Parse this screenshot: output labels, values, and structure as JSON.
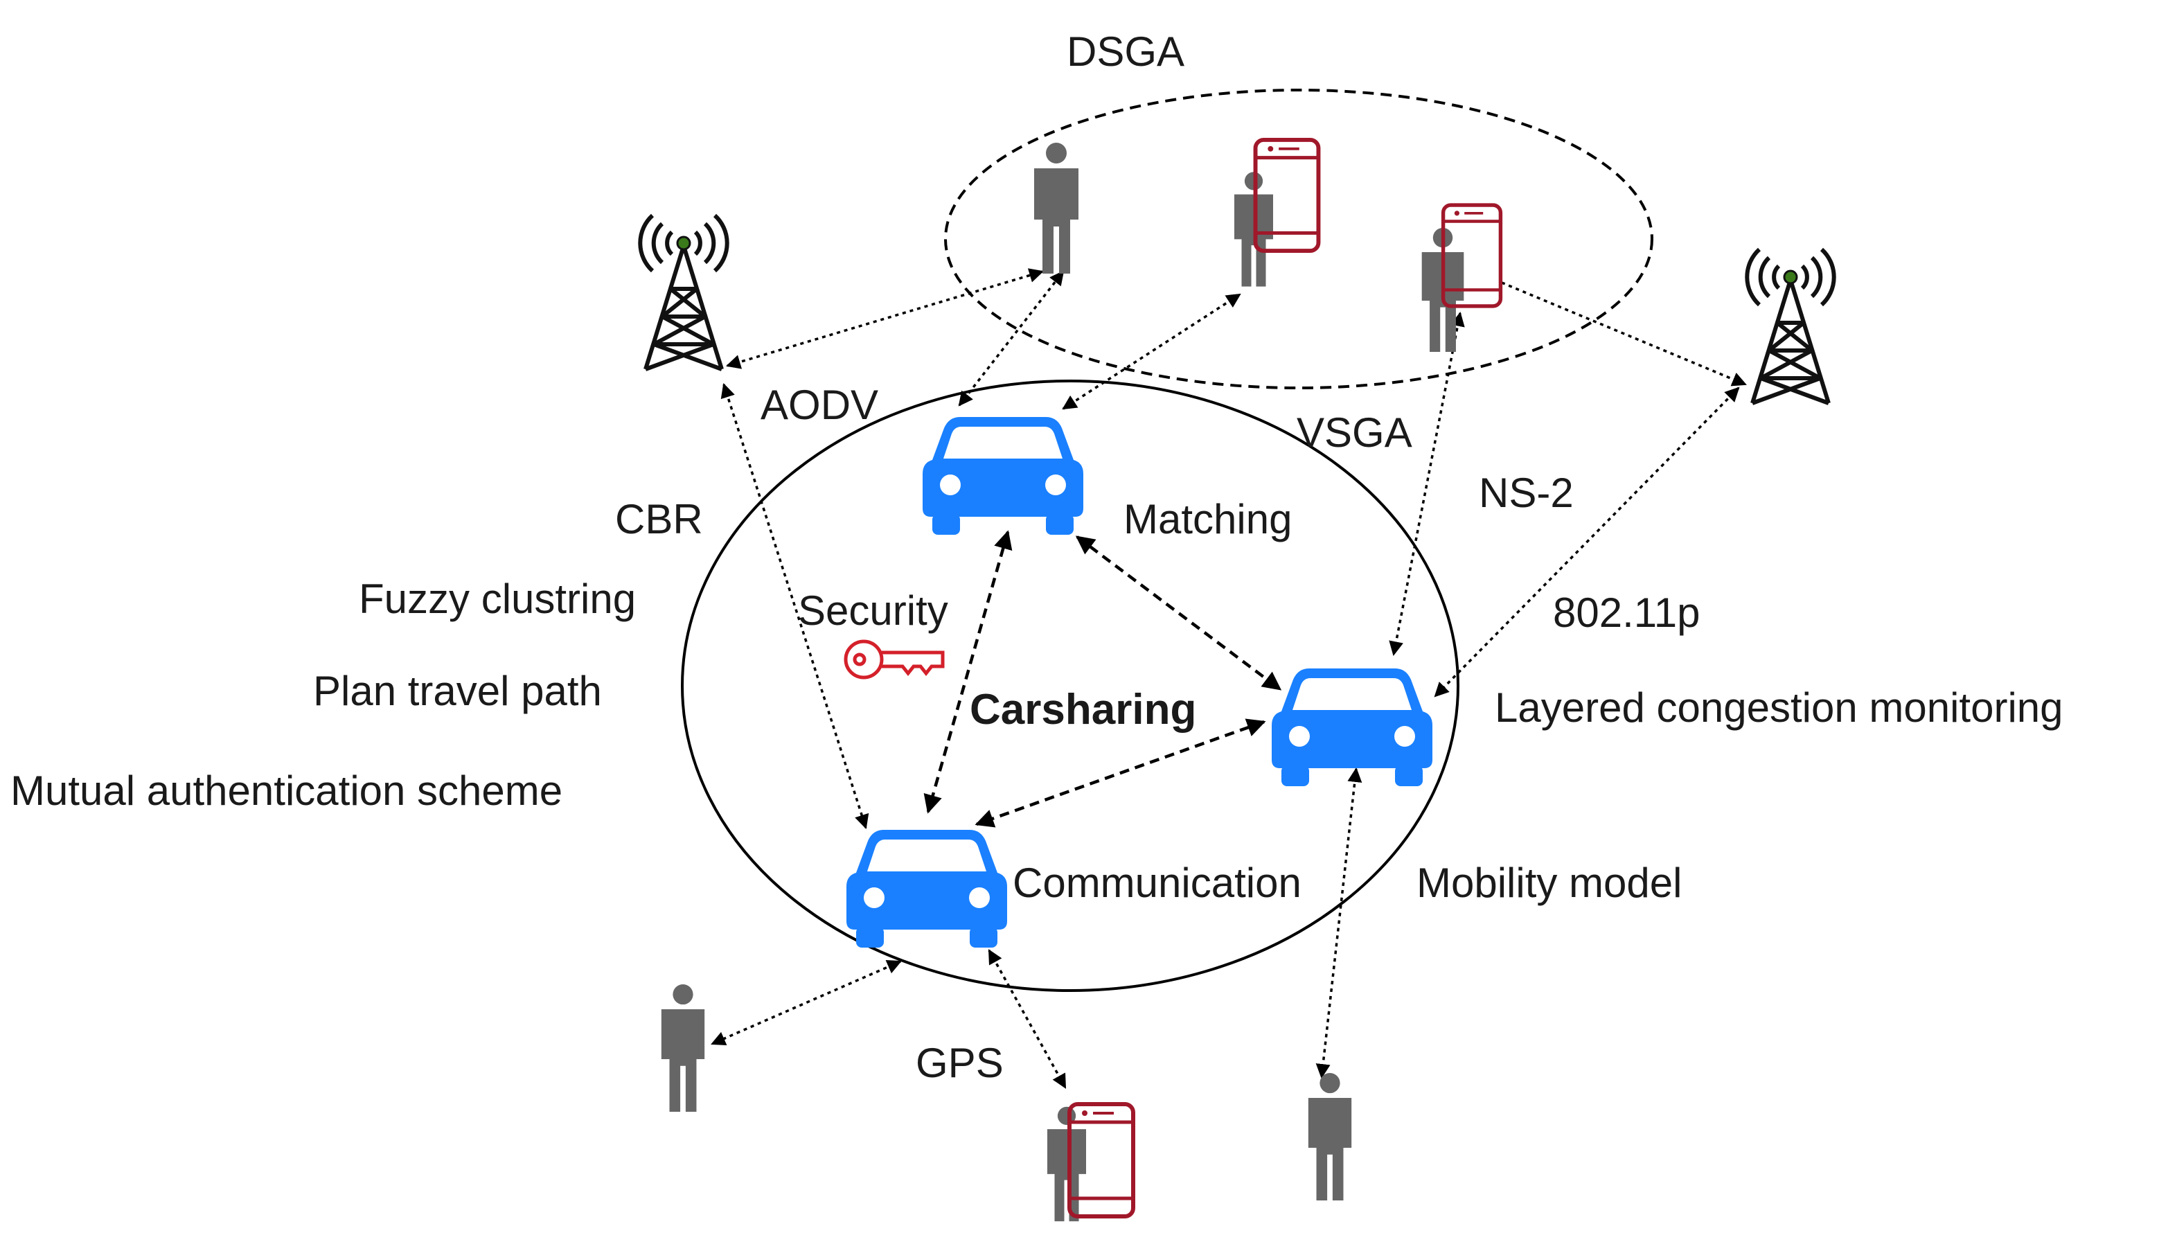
{
  "labels": {
    "dsga": "DSGA",
    "aodv": "AODV",
    "vsga": "VSGA",
    "ns2": "NS-2",
    "cbr": "CBR",
    "matching": "Matching",
    "fuzzy": "Fuzzy clustring",
    "security": "Security",
    "ieee": "802.11p",
    "plan": "Plan travel path",
    "carsharing": "Carsharing",
    "layered": "Layered congestion monitoring",
    "mutual": "Mutual authentication scheme",
    "communication": "Communication",
    "mobility": "Mobility model",
    "gps": "GPS"
  },
  "icons": {
    "car": "car-icon",
    "person": "person-icon",
    "phone": "smartphone-icon",
    "tower": "cell-tower-icon",
    "key": "key-icon"
  },
  "colors": {
    "car": "#1a80ff",
    "person": "#666666",
    "phone": "#a0182a",
    "key": "#d4202a",
    "line": "#000000"
  }
}
